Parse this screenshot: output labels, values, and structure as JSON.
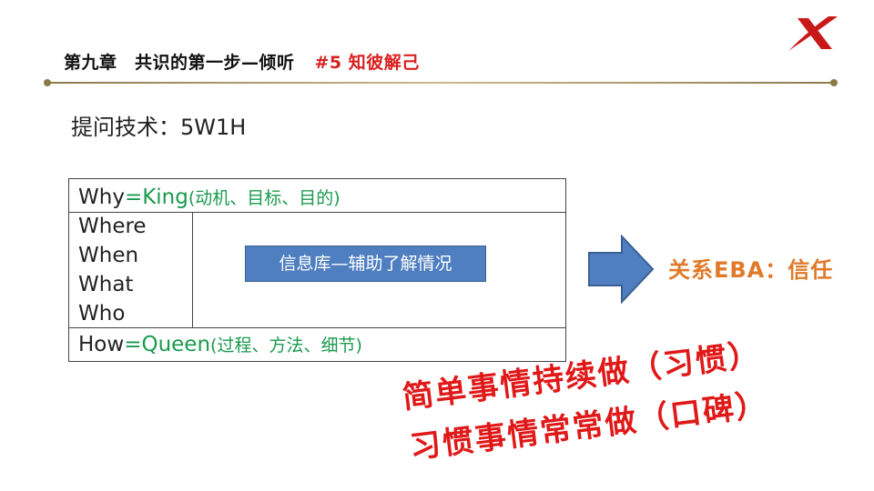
{
  "header": {
    "title": "第九章　共识的第一步—倾听",
    "section_tag": "#5 知彼解己"
  },
  "subtitle": "提问技术：5W1H",
  "table": {
    "why_key": "Why",
    "why_eq": "=King",
    "why_note": "(动机、目标、目的)",
    "middle_items": [
      "Where",
      "When",
      "What",
      "Who"
    ],
    "how_key": "How",
    "how_eq": "=Queen",
    "how_note": "(过程、方法、细节)"
  },
  "info_box": "信息库—辅助了解情况",
  "relation": "关系EBA：信任",
  "slogans": [
    "简单事情持续做（习惯）",
    "习惯事情常常做（口碑）"
  ],
  "colors": {
    "accent_green": "#1a9a4e",
    "slogan_red": "#e01818",
    "relation_orange": "#e07a2a",
    "box_blue": "#4f7fc0",
    "header_red": "#d92020"
  },
  "icons": {
    "arrow": "right-arrow-icon",
    "logo": "x-brand-logo"
  }
}
